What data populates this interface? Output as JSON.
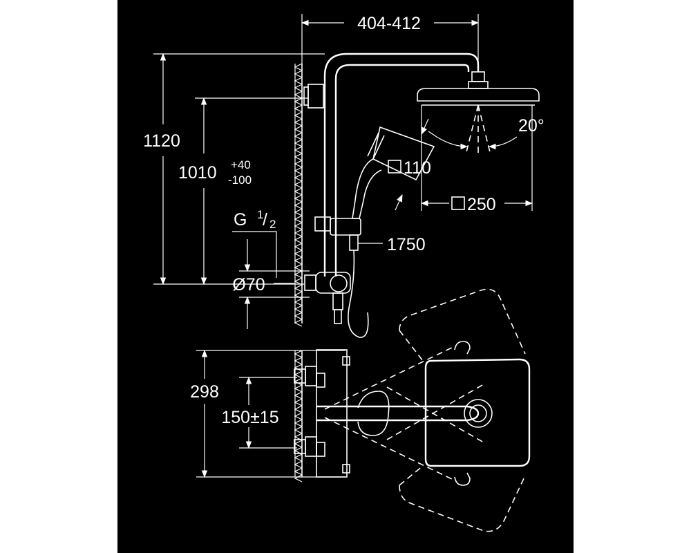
{
  "diagram": {
    "background_color": "#000000",
    "line_color": "#ffffff",
    "dimensions": {
      "width_arm": "404-412",
      "height_total": "1120",
      "height_adjust_main": "1010",
      "height_adjust_plus": "+40",
      "height_adjust_minus": "-100",
      "angle": "20°",
      "hand_shower_size": "110",
      "head_shower_size": "250",
      "hose_length": "1750",
      "thread_prefix": "G",
      "thread_num": "1",
      "thread_den": "2",
      "rosette_diameter": "Ø70",
      "mixer_height": "298",
      "mixer_spacing": "150±15"
    }
  }
}
